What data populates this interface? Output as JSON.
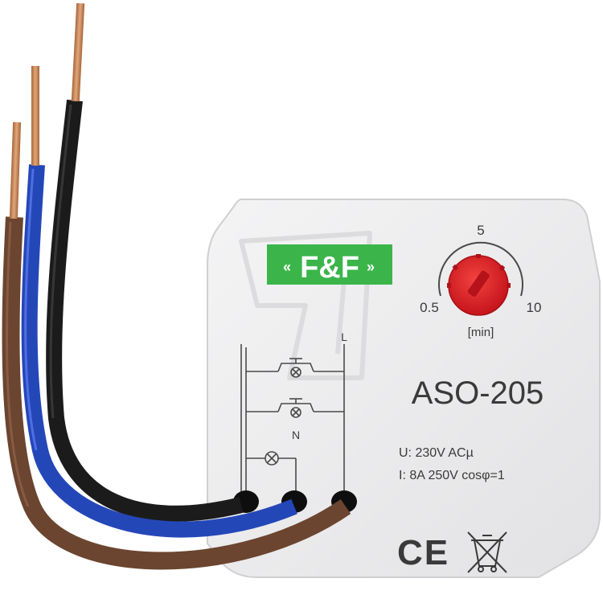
{
  "device": {
    "brand": "F&F",
    "model": "ASO-205",
    "voltage_spec": "U: 230V ACµ",
    "current_spec": "I: 8A 250V cosφ=1",
    "ce_mark": "CE",
    "dial": {
      "label_min": "0.5",
      "label_mid": "5",
      "label_max": "10",
      "unit": "[min]"
    },
    "diagram": {
      "label_l": "L",
      "label_n": "N"
    }
  },
  "colors": {
    "housing": "#ececed",
    "brand_green": "#3bb54a",
    "knob_red": "#e0242c",
    "wire_brown": "#6b4530",
    "wire_blue": "#2447b8",
    "wire_black": "#1b1b1b",
    "copper": "#c98a5e"
  }
}
